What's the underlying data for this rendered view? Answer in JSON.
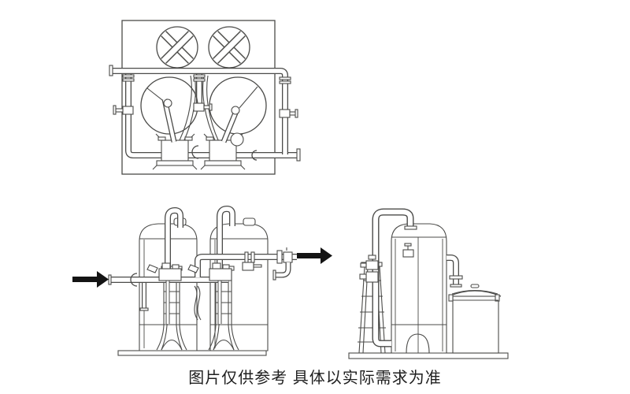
{
  "page": {
    "background_color": "#ffffff"
  },
  "caption": {
    "text": "图片仅供参考 具体以实际需求为准",
    "color": "#1f1f1f"
  },
  "drawing": {
    "line_color": "#4b4b49",
    "arrow_color": "#141414",
    "figures": [
      {
        "name": "fan-cooling-unit-schematic",
        "position": "top"
      },
      {
        "name": "duplex-softener-tanks-with-flow-arrows",
        "position": "bottom-left",
        "inlet_arrow_direction": "right",
        "outlet_arrow_direction": "right"
      },
      {
        "name": "single-softener-tank-with-brine-tank",
        "position": "bottom-right"
      }
    ]
  }
}
